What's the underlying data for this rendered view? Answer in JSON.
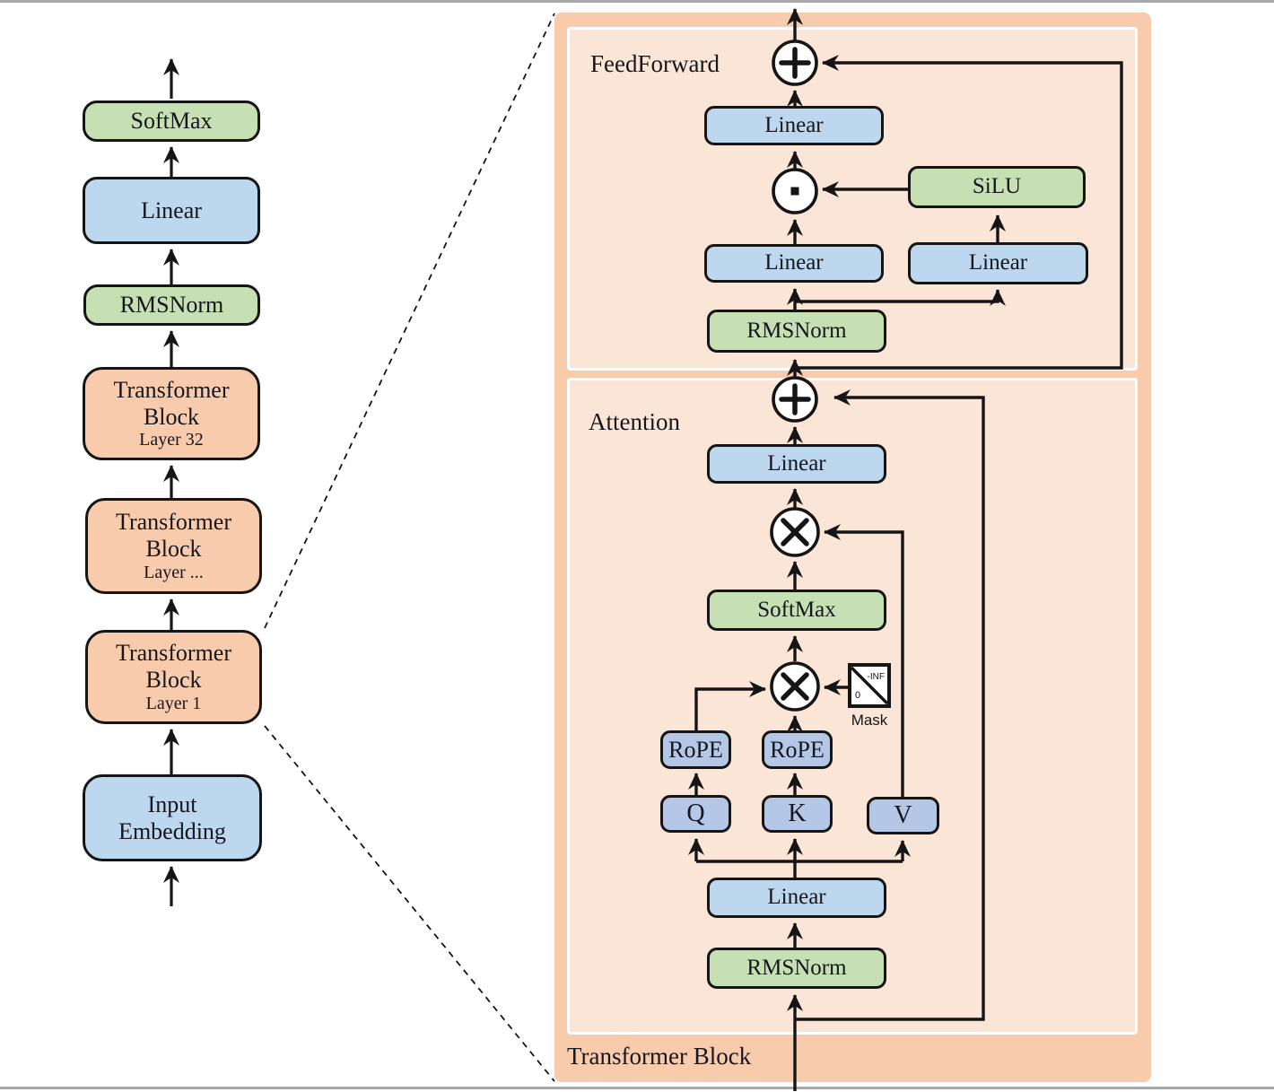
{
  "left_pipeline": {
    "softmax": "SoftMax",
    "linear": "Linear",
    "rmsnorm": "RMSNorm",
    "block_32": {
      "line1": "Transformer",
      "line2": "Block",
      "line3": "Layer 32"
    },
    "block_mid": {
      "line1": "Transformer",
      "line2": "Block",
      "line3": "Layer ..."
    },
    "block_1": {
      "line1": "Transformer",
      "line2": "Block",
      "line3": "Layer 1"
    },
    "input_embedding": {
      "line1": "Input",
      "line2": "Embedding"
    }
  },
  "block_detail": {
    "panel_label": "Transformer Block",
    "feedforward": {
      "section_label": "FeedForward",
      "linear_out": "Linear",
      "silu": "SiLU",
      "linear_gate": "Linear",
      "linear_up": "Linear",
      "rmsnorm": "RMSNorm",
      "add_operator": "+",
      "dot_operator": "·"
    },
    "attention": {
      "section_label": "Attention",
      "linear_out": "Linear",
      "softmax": "SoftMax",
      "multiply_operator": "×",
      "add_operator": "+",
      "mask": {
        "label": "Mask",
        "top_right": "-INF",
        "bottom_left": "0"
      },
      "rope_q": "RoPE",
      "rope_k": "RoPE",
      "q": "Q",
      "k": "K",
      "v": "V",
      "linear_in": "Linear",
      "rmsnorm": "RMSNorm"
    }
  },
  "colors": {
    "outer_panel": "#f8cbad",
    "inner_panel": "#fbe5d6",
    "blue_box": "#bdd7ee",
    "qkv_box": "#b4c7e7",
    "green_box": "#c6e0b4",
    "line": "#151515"
  }
}
